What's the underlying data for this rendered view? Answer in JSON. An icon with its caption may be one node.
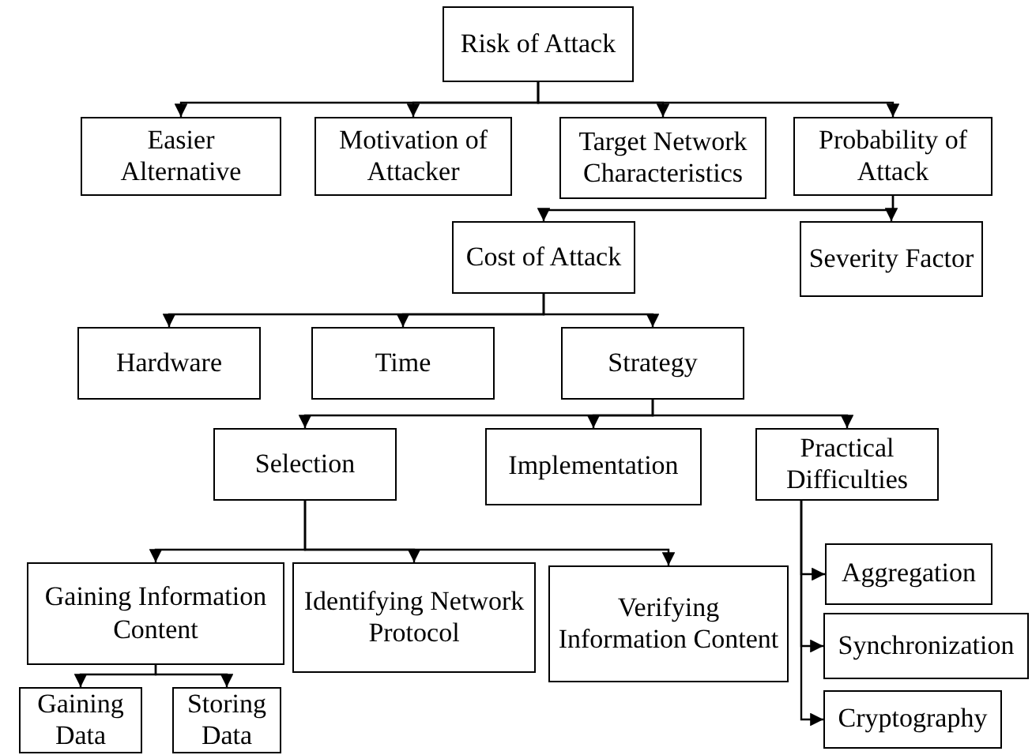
{
  "diagram": {
    "nodes": [
      {
        "text": [
          "Risk of Attack"
        ]
      },
      {
        "text": [
          "Easier Alternative"
        ]
      },
      {
        "text": [
          "Motivation of Attacker"
        ]
      },
      {
        "text": [
          "Target Network Characteristics"
        ]
      },
      {
        "text": [
          "Probability of Attack"
        ]
      },
      {
        "text": [
          "Cost of Attack"
        ]
      },
      {
        "text": [
          "Severity Factor"
        ]
      },
      {
        "text": [
          "Hardware"
        ]
      },
      {
        "text": [
          "Time"
        ]
      },
      {
        "text": [
          "Strategy"
        ]
      },
      {
        "text": [
          "Selection"
        ]
      },
      {
        "text": [
          "Implementation"
        ]
      },
      {
        "text": [
          "Practical Difficulties"
        ]
      },
      {
        "text": [
          "Gaining Information Content"
        ]
      },
      {
        "text": [
          "Identifying Network Protocol"
        ]
      },
      {
        "text": [
          "Verifying Information Content"
        ]
      },
      {
        "text": [
          "Aggregation"
        ]
      },
      {
        "text": [
          "Synchronization"
        ]
      },
      {
        "text": [
          "Cryptography"
        ]
      },
      {
        "text": [
          "Gaining Data"
        ]
      },
      {
        "text": [
          "Storing Data"
        ]
      }
    ],
    "edges": [
      {
        "from": 0,
        "to": 1,
        "arrow": "to"
      },
      {
        "from": 0,
        "to": 2,
        "arrow": "to"
      },
      {
        "from": 0,
        "to": 3,
        "arrow": "to"
      },
      {
        "from": 0,
        "to": 4,
        "arrow": "to"
      },
      {
        "from": 4,
        "to": 5,
        "arrow": "to"
      },
      {
        "from": 4,
        "to": 6,
        "arrow": "to"
      },
      {
        "from": 5,
        "to": 7,
        "arrow": "to"
      },
      {
        "from": 5,
        "to": 8,
        "arrow": "to"
      },
      {
        "from": 5,
        "to": 9,
        "arrow": "to"
      },
      {
        "from": 9,
        "to": 10,
        "arrow": "to"
      },
      {
        "from": 9,
        "to": 11,
        "arrow": "to"
      },
      {
        "from": 9,
        "to": 12,
        "arrow": "to"
      },
      {
        "from": 10,
        "to": 13,
        "arrow": "to"
      },
      {
        "from": 10,
        "to": 14,
        "arrow": "to"
      },
      {
        "from": 10,
        "to": 15,
        "arrow": "to"
      },
      {
        "from": 12,
        "to": 16,
        "arrow": "to"
      },
      {
        "from": 12,
        "to": 17,
        "arrow": "to"
      },
      {
        "from": 12,
        "to": 18,
        "arrow": "to"
      },
      {
        "from": 13,
        "to": 19,
        "arrow": "to"
      },
      {
        "from": 13,
        "to": 20,
        "arrow": "to"
      }
    ]
  }
}
